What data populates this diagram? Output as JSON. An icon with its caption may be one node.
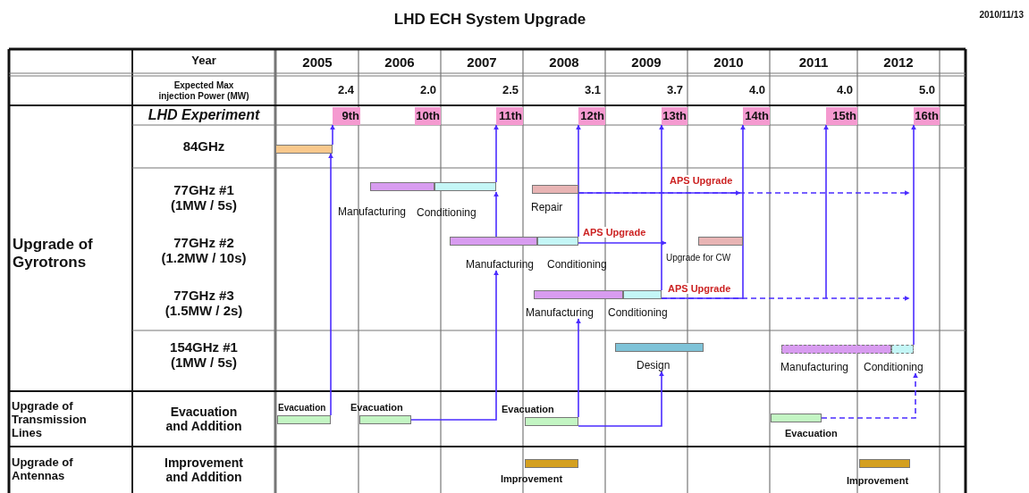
{
  "diagram": {
    "title": "LHD ECH System Upgrade",
    "nodes": [
      {
        "text": [
          "9th"
        ]
      },
      {
        "text": [
          "10th"
        ]
      },
      {
        "text": [
          "11th"
        ]
      },
      {
        "text": [
          "12th"
        ]
      },
      {
        "text": [
          "13th"
        ]
      },
      {
        "text": [
          "14th"
        ]
      },
      {
        "text": [
          "15th"
        ]
      },
      {
        "text": [
          "16th"
        ]
      },
      {
        "text": [],
        "shape": "bar"
      },
      {
        "text": [],
        "shape": "bar",
        "beside": [
          "Manufacturing"
        ]
      },
      {
        "text": [],
        "shape": "bar",
        "beside": [
          "Conditioning"
        ]
      },
      {
        "text": [],
        "shape": "bar",
        "beside": [
          "Repair"
        ]
      },
      {
        "text": [],
        "shape": "bar",
        "beside": [
          "Manufacturing"
        ]
      },
      {
        "text": [],
        "shape": "bar",
        "beside": [
          "Conditioning"
        ]
      },
      {
        "text": [],
        "shape": "bar",
        "beside": [
          "Upgrade for CW"
        ]
      },
      {
        "text": [],
        "shape": "bar",
        "beside": [
          "Manufacturing"
        ]
      },
      {
        "text": [],
        "shape": "bar",
        "beside": [
          "Conditioning"
        ]
      },
      {
        "text": [],
        "shape": "bar",
        "beside": [
          "Design"
        ]
      },
      {
        "text": [],
        "shape": "bar",
        "beside": [
          "Manufacturing"
        ]
      },
      {
        "text": [],
        "shape": "bar",
        "beside": [
          "Conditioning"
        ]
      },
      {
        "text": [],
        "shape": "bar",
        "beside": [
          "Evacuation"
        ]
      },
      {
        "text": [],
        "shape": "bar",
        "beside": [
          "Evacuation"
        ]
      },
      {
        "text": [],
        "shape": "bar",
        "beside": [
          "Evacuation"
        ]
      },
      {
        "text": [],
        "shape": "bar",
        "beside": [
          "Evacuation"
        ]
      },
      {
        "text": [],
        "shape": "bar",
        "beside": [
          "Improvement"
        ]
      },
      {
        "text": [],
        "shape": "bar",
        "beside": [
          "Improvement"
        ]
      }
    ],
    "edges": [
      {
        "from": 8,
        "to": 0,
        "arrow": "to"
      },
      {
        "from": 20,
        "to": 8,
        "arrow": "to"
      },
      {
        "from": 10,
        "to": 2,
        "arrow": "to"
      },
      {
        "from": 12,
        "to": 10,
        "arrow": "to"
      },
      {
        "from": 21,
        "to": 12,
        "arrow": "to"
      },
      {
        "from": 13,
        "to": 3,
        "arrow": "to"
      },
      {
        "from": 11,
        "to": null,
        "arrow": "to",
        "label": "APS Upgrade"
      },
      {
        "from": 11,
        "to": null,
        "arrow": "to",
        "style": "dashed"
      },
      {
        "from": 13,
        "to": 14,
        "arrow": "to",
        "label": "APS Upgrade"
      },
      {
        "from": 22,
        "to": 15,
        "arrow": "to"
      },
      {
        "from": 22,
        "to": 17,
        "arrow": "to"
      },
      {
        "from": 16,
        "to": 4,
        "arrow": "to"
      },
      {
        "from": 16,
        "to": 5,
        "arrow": "to",
        "label": "APS Upgrade"
      },
      {
        "from": 16,
        "to": null,
        "arrow": "to",
        "style": "dashed"
      },
      {
        "from": null,
        "to": 6,
        "arrow": "to"
      },
      {
        "from": 19,
        "to": 7,
        "arrow": "to"
      },
      {
        "from": 23,
        "to": 19,
        "arrow": "to",
        "style": "dashed"
      }
    ],
    "labels": [
      "2010/11/13",
      "Year",
      "2005",
      "2006",
      "2007",
      "2008",
      "2009",
      "2010",
      "2011",
      "2012",
      "Expected Max injection Power (MW)",
      "2.4",
      "2.0",
      "2.5",
      "3.1",
      "3.7",
      "4.0",
      "4.0",
      "5.0",
      "LHD Experiment",
      "84GHz",
      "77GHz  #1 (1MW / 5s)",
      "Upgrade of Gyrotrons",
      "77GHz  #2 (1.2MW / 10s)",
      "77GHz #3 (1.5MW / 2s)",
      "154GHz #1 (1MW / 5s)",
      "Upgrade of Transmission Lines",
      "Evacuation and Addition",
      "Upgrade of Antennas",
      "Improvement and Addition"
    ]
  }
}
